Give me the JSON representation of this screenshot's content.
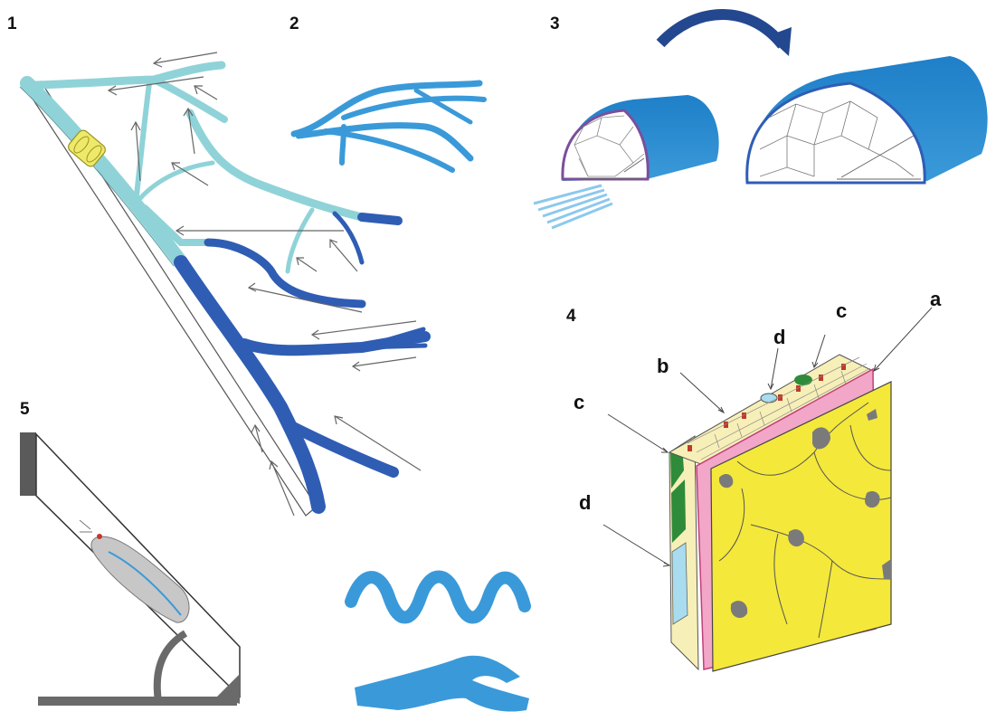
{
  "panels": [
    {
      "number": "1",
      "subject": "branching vessel tree with flow arrows"
    },
    {
      "number": "2",
      "subject": "isolated vessel branch"
    },
    {
      "number": "3",
      "subject": "vessel wall half-cylinder, before and after expansion"
    },
    {
      "number": "4",
      "subject": "layered tissue cross-section block"
    },
    {
      "number": "5",
      "subject": "animal on inclined board"
    }
  ],
  "panel4_labels": {
    "c_left": "c",
    "d_left": "d",
    "b_top": "b",
    "d_top": "d",
    "c_top": "c",
    "a_top": "a"
  },
  "colors": {
    "light_vessel": "#8fd3d8",
    "dark_vessel": "#2f5db4",
    "medium_blue": "#3a9ad9",
    "tissue_yellow": "#f4e83a",
    "nucleus_gray": "#7a7a7a",
    "membrane_pink": "#f2a6c8",
    "cell_cream": "#f7efb8",
    "cell_red": "#c0392b",
    "cell_green": "#2e8b3a"
  }
}
